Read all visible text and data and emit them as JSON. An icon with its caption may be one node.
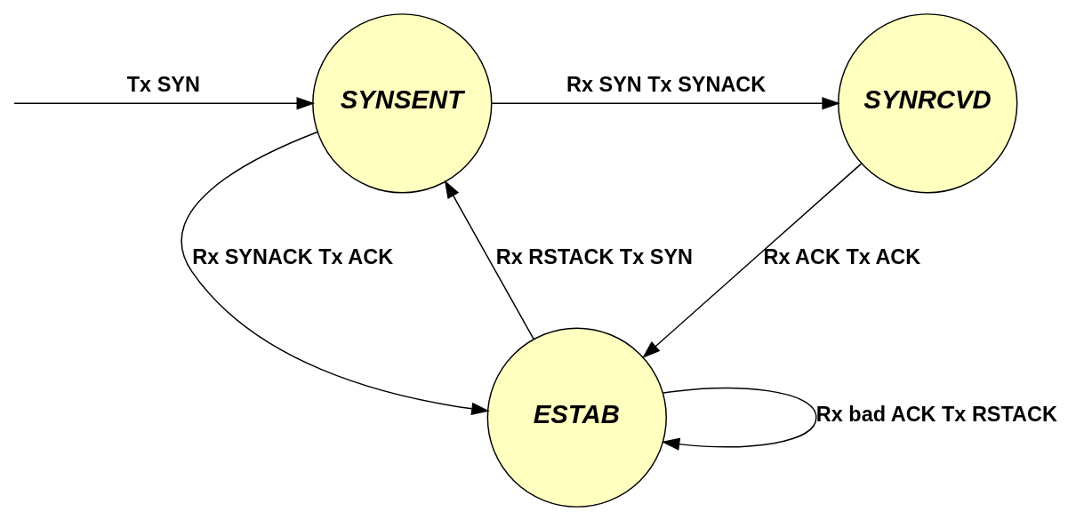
{
  "diagram": {
    "nodes": [
      {
        "text": [
          "SYNSENT"
        ]
      },
      {
        "text": [
          "SYNRCVD"
        ]
      },
      {
        "text": [
          "ESTAB"
        ]
      }
    ],
    "edges": [
      {
        "from": null,
        "to": 0,
        "arrow": "to",
        "label": "Tx SYN"
      },
      {
        "from": 0,
        "to": 1,
        "arrow": "to",
        "label": "Rx SYN Tx SYNACK"
      },
      {
        "from": 0,
        "to": 2,
        "arrow": "to",
        "label": "Rx SYNACK Tx ACK"
      },
      {
        "from": 1,
        "to": 2,
        "arrow": "to",
        "label": "Rx ACK Tx ACK"
      },
      {
        "from": 2,
        "to": 0,
        "arrow": "to",
        "label": "Rx RSTACK Tx SYN"
      },
      {
        "from": 2,
        "to": 2,
        "arrow": "to",
        "label": "Rx bad ACK Tx RSTACK"
      }
    ]
  }
}
